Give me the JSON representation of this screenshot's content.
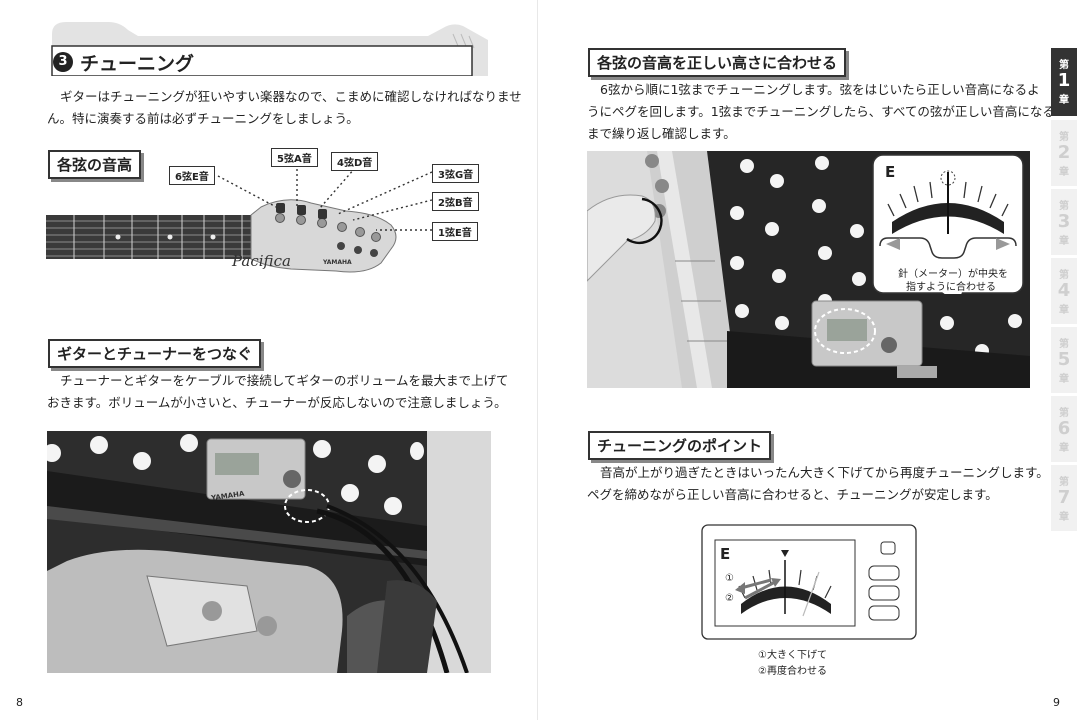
{
  "left_page": {
    "section_number": "3",
    "section_title": "チューニング",
    "intro_lines": [
      "ギターはチューニングが狂いやすい楽器なので、こまめに確認しなければなりませ",
      "ん。特に演奏する前は必ずチューニングをしましょう。"
    ],
    "strings_heading": "各弦の音高",
    "string_labels": {
      "s6": "6弦E音",
      "s5": "5弦A音",
      "s4": "4弦D音",
      "s3": "3弦G音",
      "s2": "2弦B音",
      "s1": "1弦E音"
    },
    "headstock_logo": "Pacifica",
    "headstock_brand": "YAMAHA",
    "connect_heading": "ギターとチューナーをつなぐ",
    "connect_lines": [
      "チューナーとギターをケーブルで接続してギターのボリュームを最大まで上げて",
      "おきます。ボリュームが小さいと、チューナーが反応しないので注意しましょう。"
    ],
    "photo_tuner_brand": "YAMAHA",
    "page_number": "8"
  },
  "right_page": {
    "pitch_heading": "各弦の音高を正しい高さに合わせる",
    "pitch_lines": [
      "6弦から順に1弦までチューニングします。弦をはじいたら正しい音高になるよ",
      "うにペグを回します。1弦までチューニングしたら、すべての弦が正しい音高になる",
      "まで繰り返し確認します。"
    ],
    "meter_note": "E",
    "meter_caption_lines": [
      "針（メーター）が中央を",
      "指すように合わせる"
    ],
    "points_heading": "チューニングのポイント",
    "points_lines": [
      "音高が上がり過ぎたときはいったん大きく下げてから再度チューニングします。",
      "ペグを締めながら正しい音高に合わせると、チューニングが安定します。"
    ],
    "diagram_note": "E",
    "diagram_marks": [
      "①",
      "②"
    ],
    "diagram_captions": [
      "①大きく下げて",
      "②再度合わせる"
    ],
    "page_number": "9"
  },
  "chapter_tabs": [
    {
      "top": "第",
      "num": "1",
      "bottom": "章",
      "active": true
    },
    {
      "top": "第",
      "num": "2",
      "bottom": "章",
      "active": false
    },
    {
      "top": "第",
      "num": "3",
      "bottom": "章",
      "active": false
    },
    {
      "top": "第",
      "num": "4",
      "bottom": "章",
      "active": false
    },
    {
      "top": "第",
      "num": "5",
      "bottom": "章",
      "active": false
    },
    {
      "top": "第",
      "num": "6",
      "bottom": "章",
      "active": false
    },
    {
      "top": "第",
      "num": "7",
      "bottom": "章",
      "active": false
    }
  ]
}
